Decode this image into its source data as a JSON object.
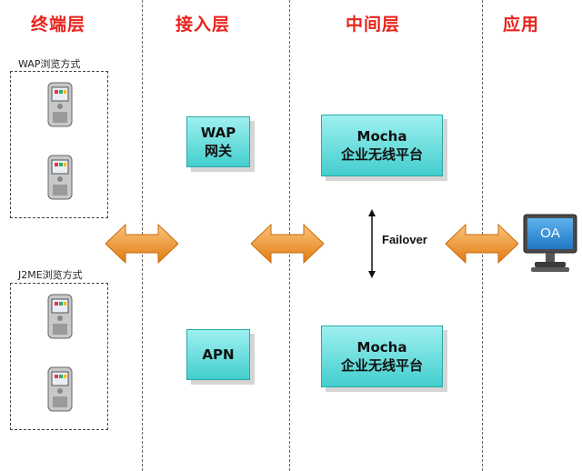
{
  "columns": {
    "terminal": "终端层",
    "access": "接入层",
    "middle": "中间层",
    "app": "应用"
  },
  "groups": {
    "wap_browse": "WAP浏览方式",
    "j2me_browse": "J2ME浏览方式"
  },
  "access_nodes": {
    "wap_gateway_line1": "WAP",
    "wap_gateway_line2": "网关",
    "apn": "APN"
  },
  "platforms": {
    "top_line1": "Mocha",
    "top_line2": "企业无线平台",
    "bottom_line1": "Mocha",
    "bottom_line2": "企业无线平台"
  },
  "failover_label": "Failover",
  "app_node": "OA",
  "icons": {
    "phone": "mobile-phone-icon",
    "monitor": "computer-monitor-icon"
  },
  "colors": {
    "title_red": "#e8231c",
    "arrow_orange": "#f0922a",
    "box_teal": "#43cece",
    "monitor_blue": "#2f8fd6"
  }
}
